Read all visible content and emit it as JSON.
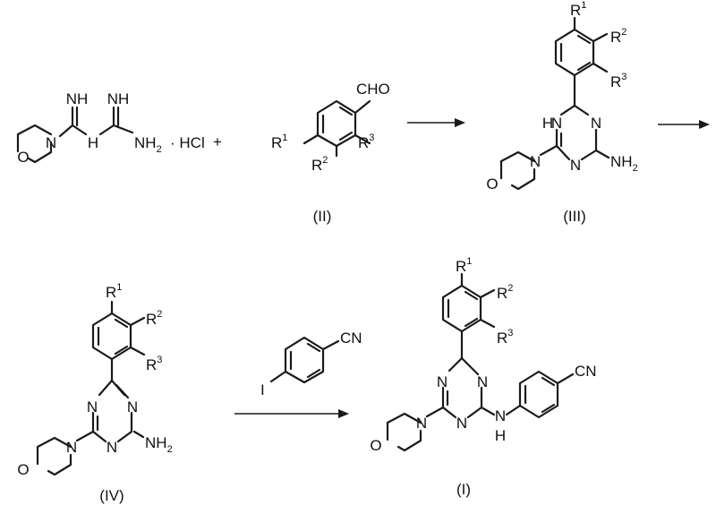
{
  "reactant_a": {
    "imine_left": "NH",
    "imine_right": "NH",
    "bridge_nh": "H",
    "amine": "NH",
    "amine_sub": "2",
    "salt": "· HCl",
    "oxygen": "O",
    "ring_n": "N"
  },
  "plus": "+",
  "compound_II": {
    "label": "(II)",
    "aldehyde": "CHO",
    "r1": "R",
    "r1_sup": "1",
    "r2": "R",
    "r2_sup": "2",
    "r3": "R",
    "r3_sup": "3"
  },
  "compound_III": {
    "label": "(III)",
    "nh": "H",
    "ring_n": "N",
    "amine": "NH",
    "amine_sub": "2",
    "oxygen": "O",
    "r1": "R",
    "r1_sup": "1",
    "r2": "R",
    "r2_sup": "2",
    "r3": "R",
    "r3_sup": "3"
  },
  "compound_IV": {
    "label": "(IV)",
    "ring_n": "N",
    "amine": "NH",
    "amine_sub": "2",
    "oxygen": "O",
    "r1": "R",
    "r1_sup": "1",
    "r2": "R",
    "r2_sup": "2",
    "r3": "R",
    "r3_sup": "3"
  },
  "reagent": {
    "iodo": "I",
    "nitrile": "CN"
  },
  "compound_I": {
    "label": "(I)",
    "ring_n": "N",
    "nh": "H",
    "nitrile": "CN",
    "oxygen": "O",
    "r1": "R",
    "r1_sup": "1",
    "r2": "R",
    "r2_sup": "2",
    "r3": "R",
    "r3_sup": "3"
  }
}
